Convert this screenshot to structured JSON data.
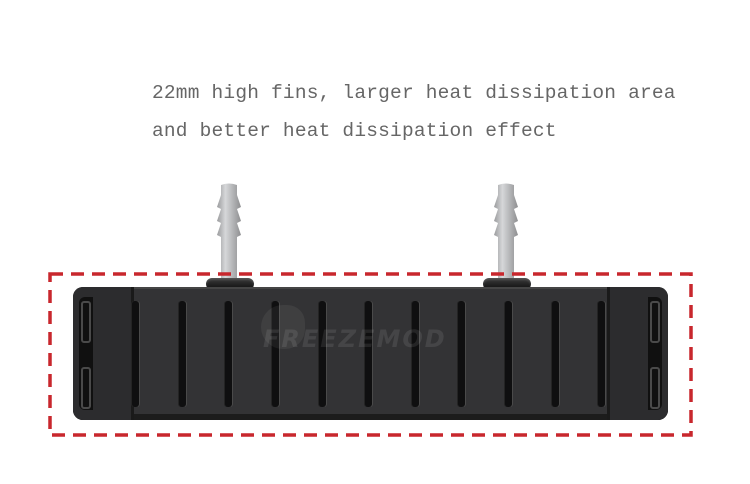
{
  "caption": {
    "line1": "22mm high fins, larger heat dissipation area",
    "line2": "and better heat dissipation effect"
  },
  "product": {
    "name": "water cooling block with barb fittings",
    "watermark": "FREEZEMOD",
    "fin_count": 11,
    "fittings": 2
  },
  "highlight": {
    "style": "dashed",
    "color": "#c8272d"
  },
  "colors": {
    "caption_text": "#666666",
    "body": "#333335",
    "fin_slot": "#0f0f10",
    "fitting": "#b8b9bb"
  }
}
